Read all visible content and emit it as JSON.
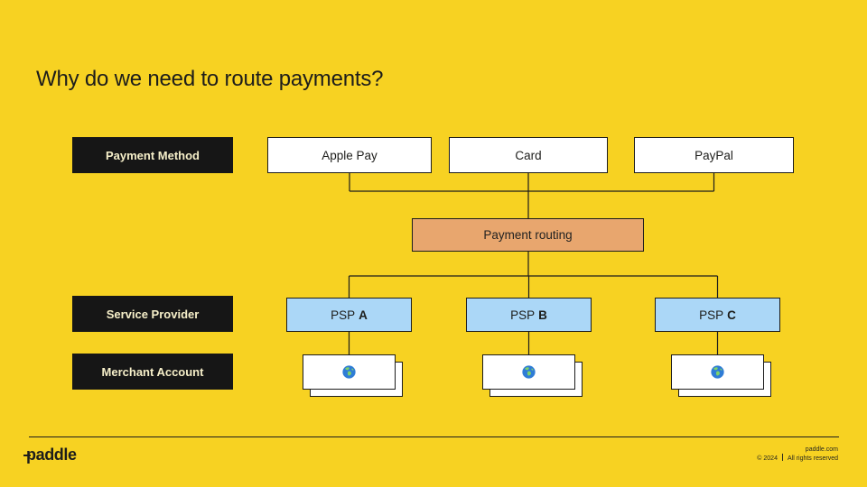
{
  "slide": {
    "title": "Why do we need to route payments?"
  },
  "row_labels": {
    "payment_method": "Payment Method",
    "service_provider": "Service Provider",
    "merchant_account": "Merchant Account"
  },
  "payment_methods": [
    "Apple Pay",
    "Card",
    "PayPal"
  ],
  "routing_label": "Payment routing",
  "providers": [
    {
      "name": "PSP",
      "letter": "A"
    },
    {
      "name": "PSP",
      "letter": "B"
    },
    {
      "name": "PSP",
      "letter": "C"
    }
  ],
  "merchant_accounts": [
    {
      "icon": "globe-icon"
    },
    {
      "icon": "globe-icon"
    },
    {
      "icon": "globe-icon"
    }
  ],
  "footer": {
    "logo_text": "paddle",
    "website": "paddle.com",
    "copyright": "© 2024",
    "rights": "All rights reserved"
  },
  "colors": {
    "background": "#F7D222",
    "box_black": "#161616",
    "label_text": "#F6EFC9",
    "routing_fill": "#E8A66E",
    "psp_fill": "#ABD7F7",
    "line": "#1C1C1C",
    "white_box": "#FFFFFF"
  }
}
